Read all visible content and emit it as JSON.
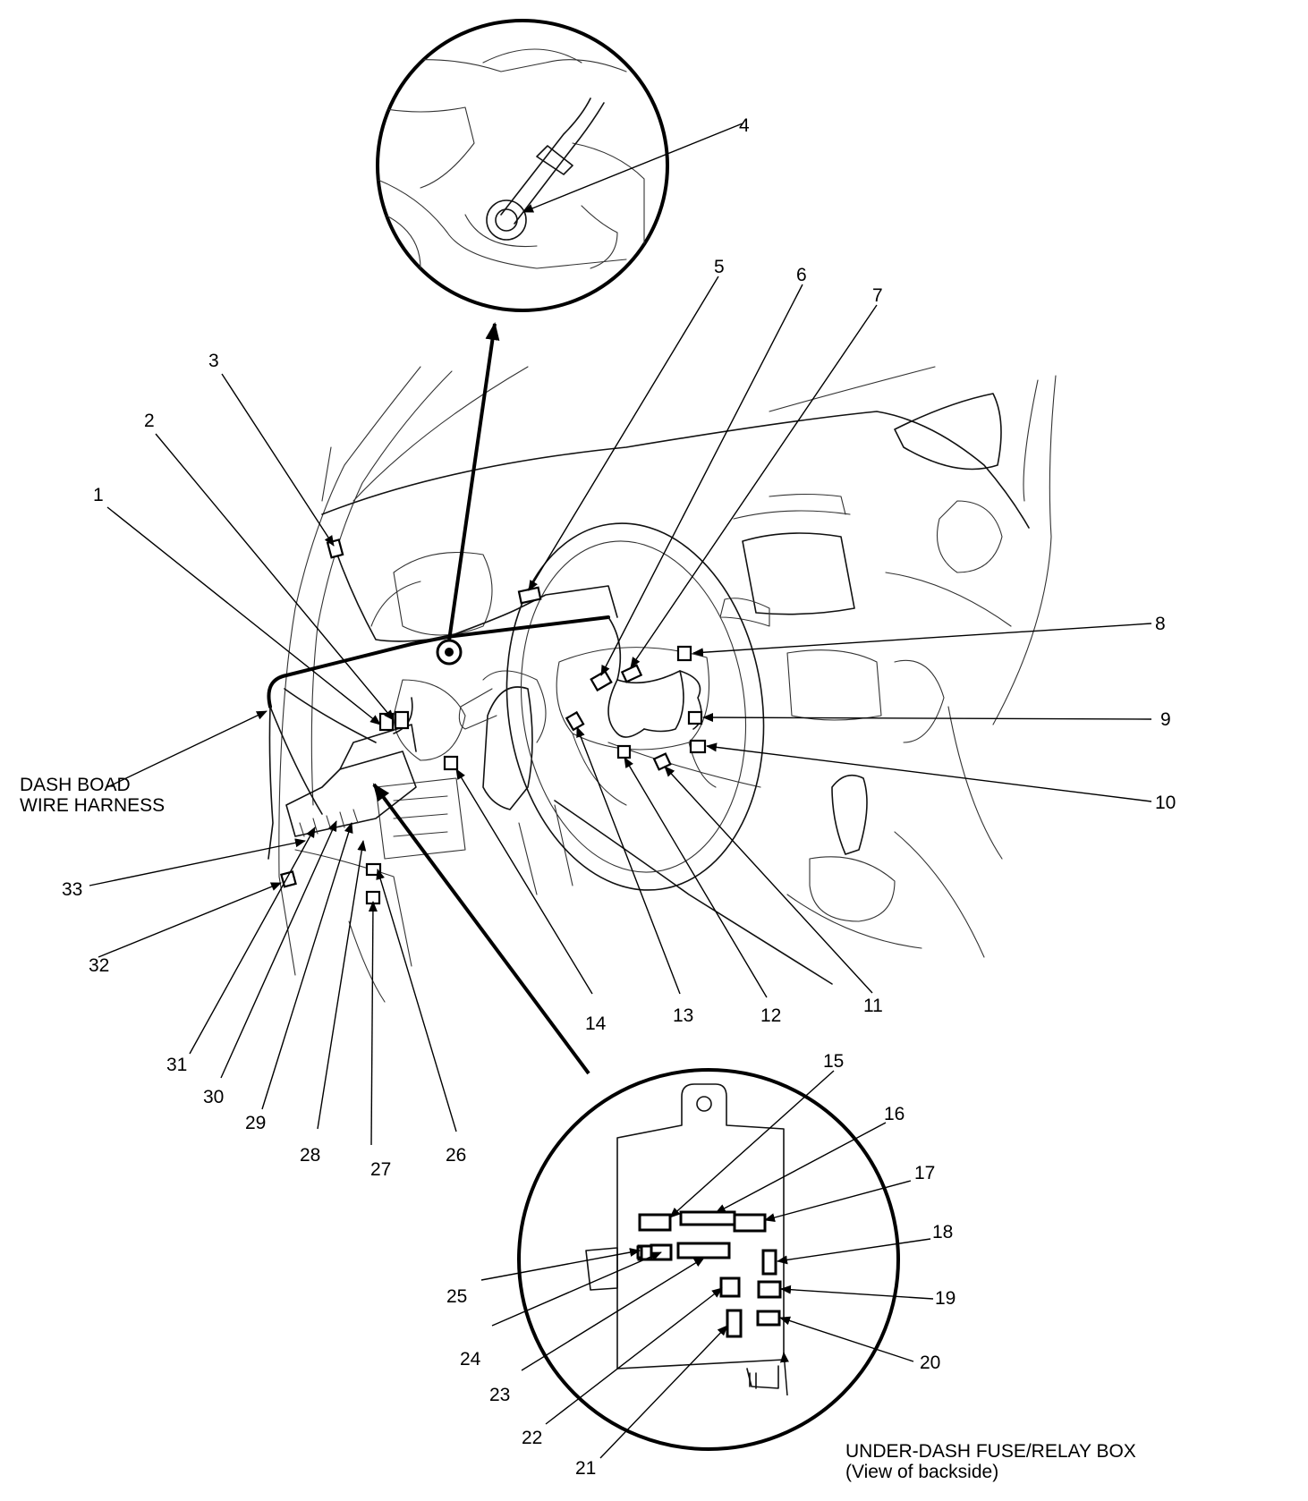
{
  "labels": {
    "dash_harness_line1": "DASH BOAD",
    "dash_harness_line2": "WIRE HARNESS",
    "fuse_box_line1": "UNDER-DASH FUSE/RELAY BOX",
    "fuse_box_line2": "(View of backside)"
  },
  "callouts": [
    "1",
    "2",
    "3",
    "4",
    "5",
    "6",
    "7",
    "8",
    "9",
    "10",
    "11",
    "12",
    "13",
    "14",
    "15",
    "16",
    "17",
    "18",
    "19",
    "20",
    "21",
    "22",
    "23",
    "24",
    "25",
    "26",
    "27",
    "28",
    "29",
    "30",
    "31",
    "32",
    "33"
  ]
}
